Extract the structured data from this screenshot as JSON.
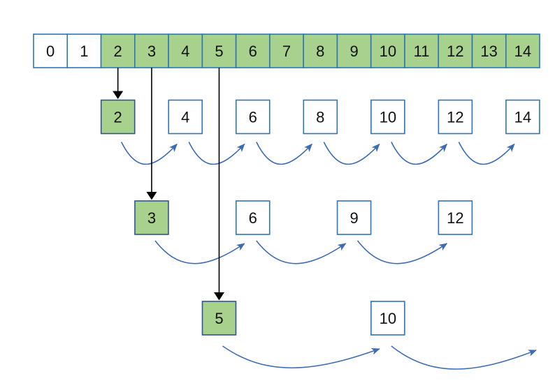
{
  "diagram": {
    "kind": "sieve-of-eratosthenes",
    "colors": {
      "highlight_green": "#A9D18E",
      "cell_white": "#FFFFFF",
      "array_border_blue": "#2E75B6",
      "green_box_border": "#31538F",
      "arc_blue": "#3C6CB4",
      "arrow_black": "#000000",
      "text": "#111111"
    },
    "array_row": {
      "cells": [
        {
          "label": "0",
          "green": false
        },
        {
          "label": "1",
          "green": false
        },
        {
          "label": "2",
          "green": true
        },
        {
          "label": "3",
          "green": true
        },
        {
          "label": "4",
          "green": true
        },
        {
          "label": "5",
          "green": true
        },
        {
          "label": "6",
          "green": true
        },
        {
          "label": "7",
          "green": true
        },
        {
          "label": "8",
          "green": true
        },
        {
          "label": "9",
          "green": true
        },
        {
          "label": "10",
          "green": true
        },
        {
          "label": "11",
          "green": true
        },
        {
          "label": "12",
          "green": true
        },
        {
          "label": "13",
          "green": true
        },
        {
          "label": "14",
          "green": true
        }
      ]
    },
    "sieve_rows": [
      {
        "prime": "2",
        "boxes": [
          {
            "label": "2",
            "green": true
          },
          {
            "label": "4",
            "green": false
          },
          {
            "label": "6",
            "green": false
          },
          {
            "label": "8",
            "green": false
          },
          {
            "label": "10",
            "green": false
          },
          {
            "label": "12",
            "green": false
          },
          {
            "label": "14",
            "green": false
          }
        ],
        "trailing_arrow": false
      },
      {
        "prime": "3",
        "boxes": [
          {
            "label": "3",
            "green": true
          },
          {
            "label": "6",
            "green": false
          },
          {
            "label": "9",
            "green": false
          },
          {
            "label": "12",
            "green": false
          }
        ],
        "trailing_arrow": false
      },
      {
        "prime": "5",
        "boxes": [
          {
            "label": "5",
            "green": true
          },
          {
            "label": "10",
            "green": false
          }
        ],
        "trailing_arrow": true
      }
    ]
  }
}
